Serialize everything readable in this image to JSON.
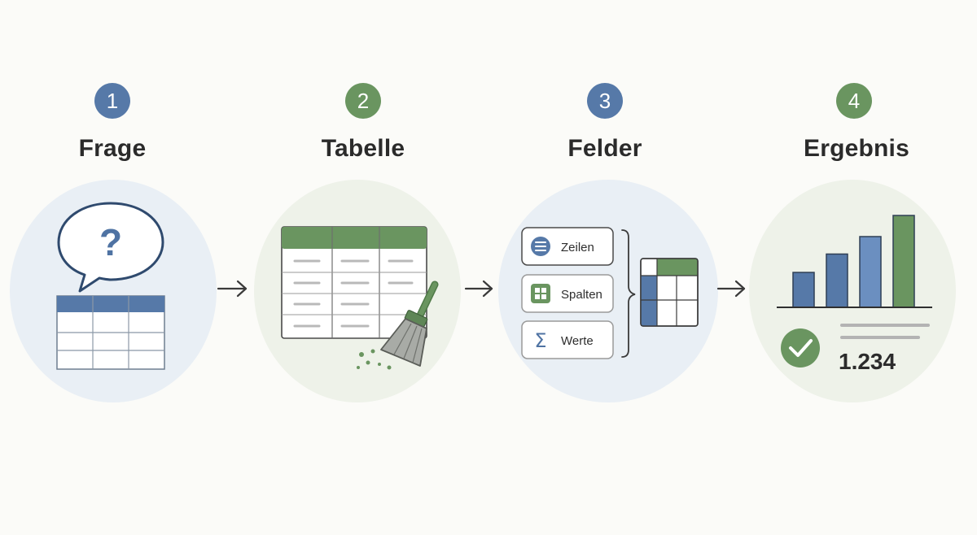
{
  "colors": {
    "blue": "#5679a8",
    "green": "#6a9560",
    "dark": "#2b2b2b",
    "circle_blue": "#e8eef5",
    "circle_green": "#eef2e8"
  },
  "steps": [
    {
      "number": "1",
      "title": "Frage",
      "icon": "question-bubble-table-icon"
    },
    {
      "number": "2",
      "title": "Tabelle",
      "icon": "table-broom-icon"
    },
    {
      "number": "3",
      "title": "Felder",
      "icon": "pivot-fields-icon"
    },
    {
      "number": "4",
      "title": "Ergebnis",
      "icon": "bar-chart-check-icon"
    }
  ],
  "fields": {
    "rows_label": "Zeilen",
    "columns_label": "Spalten",
    "values_label": "Werte",
    "values_symbol": "Σ"
  },
  "result": {
    "value": "1.234",
    "bar_levels": [
      0.38,
      0.58,
      0.77,
      1.0
    ]
  },
  "question_mark": "?"
}
